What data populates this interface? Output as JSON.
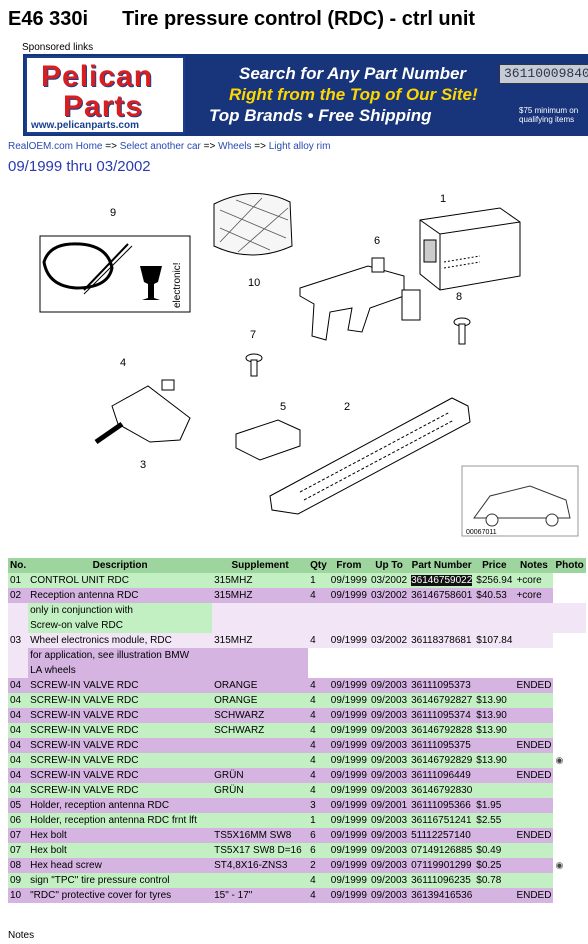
{
  "page": {
    "model": "E46 330i",
    "title": "Tire pressure control (RDC) - ctrl unit",
    "sponsored": "Sponsored links",
    "date_range": "09/1999 thru 03/2002",
    "notes_label": "Notes"
  },
  "banner": {
    "logo_line1": "Pelican",
    "logo_line2": "Parts",
    "logo_url": "www.pelicanparts.com",
    "line1": "Search for Any Part Number",
    "line2": "Right from the Top of Our Site!",
    "line3": "Top Brands • Free Shipping",
    "small": "$75 minimum on qualifying items",
    "search_value": "36110009840"
  },
  "breadcrumb": {
    "home": "RealOEM.com Home",
    "select": "Select another car",
    "wheels": "Wheels",
    "rim": "Light alloy rim",
    "sep": "=>"
  },
  "diagram": {
    "callouts": [
      "9",
      "10",
      "1",
      "6",
      "8",
      "7",
      "4",
      "5",
      "2",
      "3"
    ],
    "label_electronic": "electronic!",
    "stamp": "00067011"
  },
  "table": {
    "headers": [
      "No.",
      "Description",
      "Supplement",
      "Qty",
      "From",
      "Up To",
      "Part Number",
      "Price",
      "Notes",
      "Photo"
    ],
    "rows": [
      {
        "no": "01",
        "desc": "CONTROL UNIT RDC",
        "supp": "315MHZ",
        "qty": "1",
        "from": "09/1999",
        "to": "03/2002",
        "part": "36146759022",
        "price": "$256.94",
        "notes": "+core",
        "photo": ""
      },
      {
        "no": "02",
        "desc": "Reception antenna RDC",
        "supp": "315MHZ",
        "qty": "4",
        "from": "09/1999",
        "to": "03/2002",
        "part": "36146758601",
        "price": "$40.53",
        "notes": "+core",
        "photo": ""
      },
      {
        "no": "03",
        "desc": "Wheel electronics module, RDC",
        "pre": [
          "only in conjunction with",
          "Screw-on valve RDC"
        ],
        "post": [
          "for application, see illustration BMW",
          "LA wheels"
        ],
        "supp": "315MHZ",
        "qty": "4",
        "from": "09/1999",
        "to": "03/2002",
        "part": "36118378681",
        "price": "$107.84",
        "notes": "",
        "photo": ""
      },
      {
        "no": "04",
        "desc": "SCREW-IN VALVE RDC",
        "supp": "ORANGE",
        "qty": "4",
        "from": "09/1999",
        "to": "09/2003",
        "part": "36111095373",
        "price": "",
        "notes": "ENDED",
        "photo": ""
      },
      {
        "no": "04",
        "desc": "SCREW-IN VALVE RDC",
        "supp": "ORANGE",
        "qty": "4",
        "from": "09/1999",
        "to": "09/2003",
        "part": "36146792827",
        "price": "$13.90",
        "notes": "",
        "photo": ""
      },
      {
        "no": "04",
        "desc": "SCREW-IN VALVE RDC",
        "supp": "SCHWARZ",
        "qty": "4",
        "from": "09/1999",
        "to": "09/2003",
        "part": "36111095374",
        "price": "$13.90",
        "notes": "",
        "photo": ""
      },
      {
        "no": "04",
        "desc": "SCREW-IN VALVE RDC",
        "supp": "SCHWARZ",
        "qty": "4",
        "from": "09/1999",
        "to": "09/2003",
        "part": "36146792828",
        "price": "$13.90",
        "notes": "",
        "photo": ""
      },
      {
        "no": "04",
        "desc": "SCREW-IN VALVE RDC",
        "supp": "",
        "qty": "4",
        "from": "09/1999",
        "to": "09/2003",
        "part": "36111095375",
        "price": "",
        "notes": "ENDED",
        "photo": ""
      },
      {
        "no": "04",
        "desc": "SCREW-IN VALVE RDC",
        "supp": "",
        "qty": "4",
        "from": "09/1999",
        "to": "09/2003",
        "part": "36146792829",
        "price": "$13.90",
        "notes": "",
        "photo": "camera"
      },
      {
        "no": "04",
        "desc": "SCREW-IN VALVE RDC",
        "supp": "GRÜN",
        "qty": "4",
        "from": "09/1999",
        "to": "09/2003",
        "part": "36111096449",
        "price": "",
        "notes": "ENDED",
        "photo": ""
      },
      {
        "no": "04",
        "desc": "SCREW-IN VALVE RDC",
        "supp": "GRÜN",
        "qty": "4",
        "from": "09/1999",
        "to": "09/2003",
        "part": "36146792830",
        "price": "",
        "notes": "",
        "photo": ""
      },
      {
        "no": "05",
        "desc": "Holder, reception antenna RDC",
        "supp": "",
        "qty": "3",
        "from": "09/1999",
        "to": "09/2001",
        "part": "36111095366",
        "price": "$1.95",
        "notes": "",
        "photo": ""
      },
      {
        "no": "06",
        "desc": "Holder, reception antenna RDC frnt lft",
        "supp": "",
        "qty": "1",
        "from": "09/1999",
        "to": "09/2003",
        "part": "36116751241",
        "price": "$2.55",
        "notes": "",
        "photo": ""
      },
      {
        "no": "07",
        "desc": "Hex bolt",
        "supp": "TS5X16MM SW8",
        "qty": "6",
        "from": "09/1999",
        "to": "09/2003",
        "part": "51112257140",
        "price": "",
        "notes": "ENDED",
        "photo": ""
      },
      {
        "no": "07",
        "desc": "Hex bolt",
        "supp": "TS5X17 SW8 D=16",
        "qty": "6",
        "from": "09/1999",
        "to": "09/2003",
        "part": "07149126885",
        "price": "$0.49",
        "notes": "",
        "photo": ""
      },
      {
        "no": "08",
        "desc": "Hex head screw",
        "supp": "ST4,8X16-ZNS3",
        "qty": "2",
        "from": "09/1999",
        "to": "09/2003",
        "part": "07119901299",
        "price": "$0.25",
        "notes": "",
        "photo": "camera"
      },
      {
        "no": "09",
        "desc": "sign \"TPC\" tire pressure control",
        "supp": "",
        "qty": "4",
        "from": "09/1999",
        "to": "09/2003",
        "part": "36111096235",
        "price": "$0.78",
        "notes": "",
        "photo": ""
      },
      {
        "no": "10",
        "desc": "\"RDC\" protective cover for tyres",
        "supp": "15\" - 17\"",
        "qty": "4",
        "from": "09/1999",
        "to": "09/2003",
        "part": "36139416536",
        "price": "",
        "notes": "ENDED",
        "photo": ""
      }
    ]
  }
}
